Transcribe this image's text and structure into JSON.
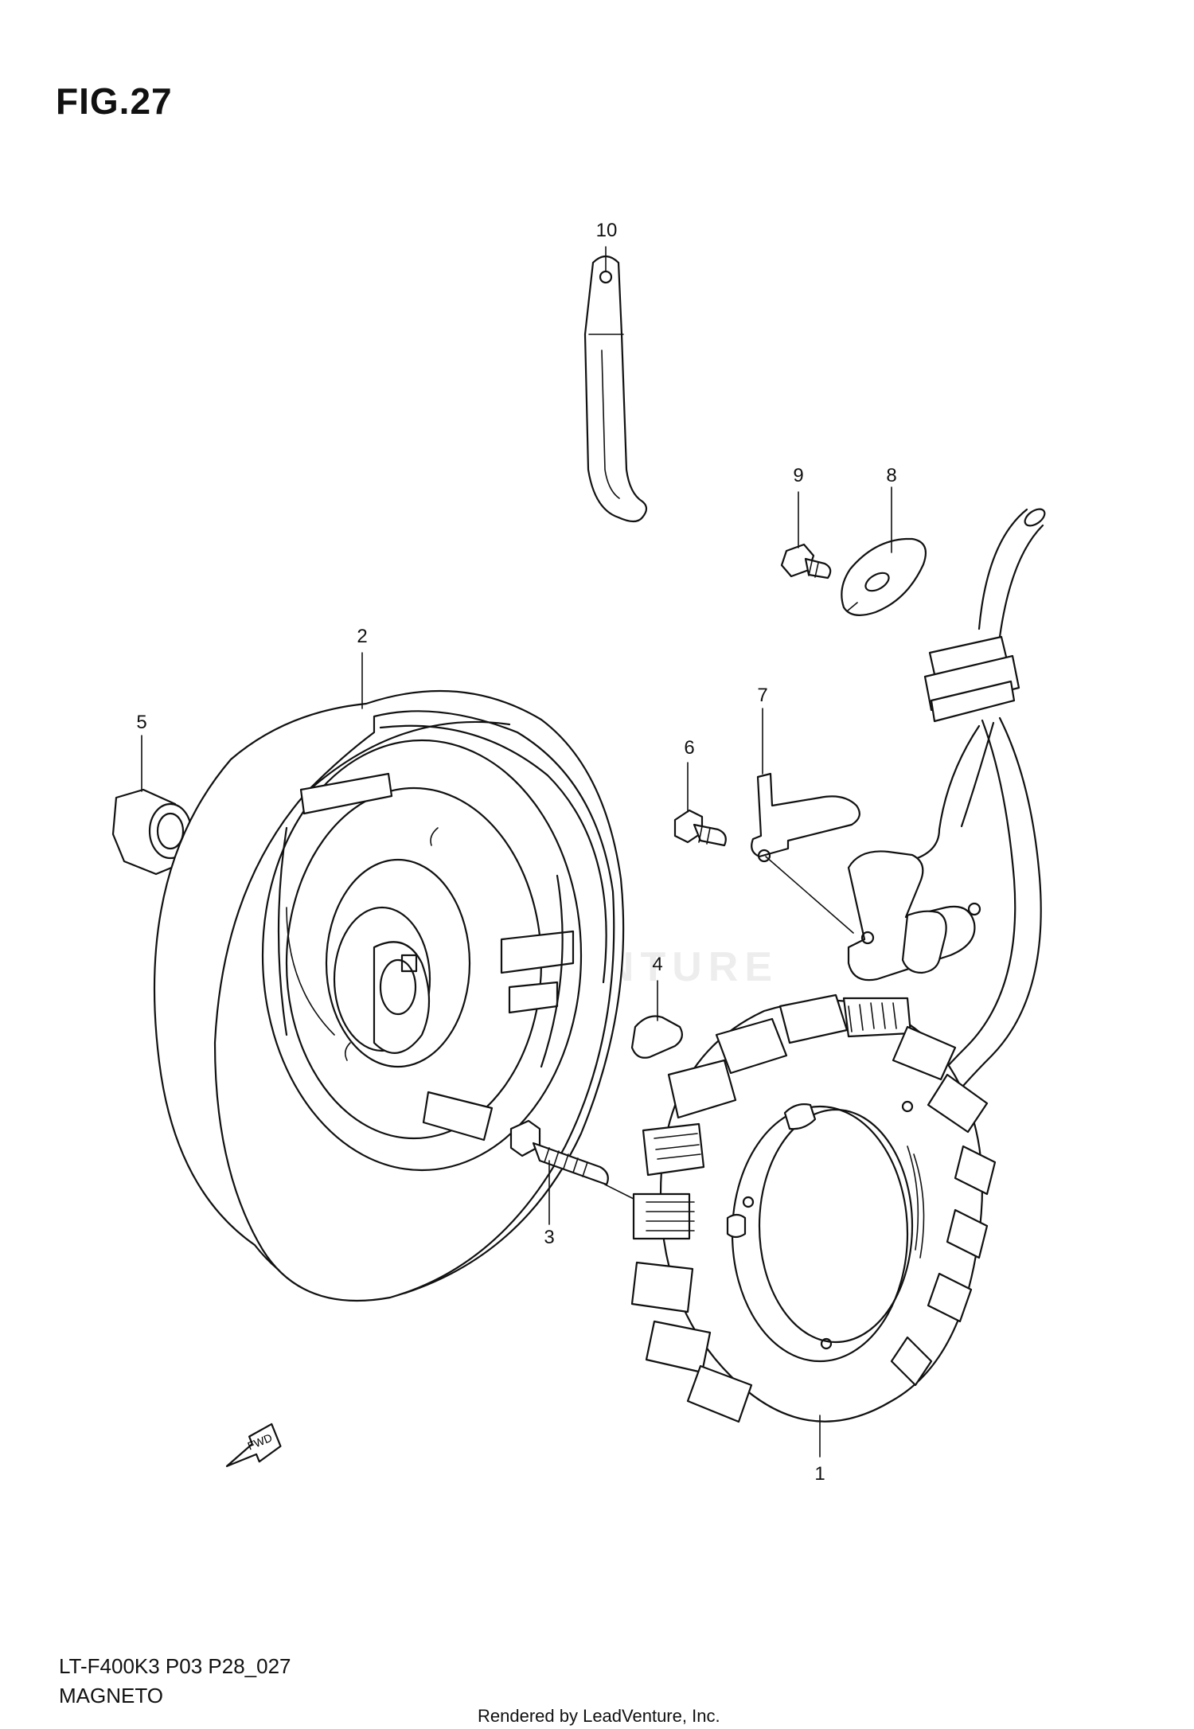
{
  "figure": {
    "title": "FIG.27",
    "model_code": "LT-F400K3 P03 P28_027",
    "section_name": "MAGNETO",
    "credit": "Rendered by LeadVenture, Inc.",
    "watermark": "LEADVENTURE",
    "fwd_label": "FWD"
  },
  "parts": [
    {
      "id": "1",
      "label": "1",
      "name": "stator"
    },
    {
      "id": "2",
      "label": "2",
      "name": "rotor"
    },
    {
      "id": "3",
      "label": "3",
      "name": "bolt"
    },
    {
      "id": "4",
      "label": "4",
      "name": "key"
    },
    {
      "id": "5",
      "label": "5",
      "name": "nut"
    },
    {
      "id": "6",
      "label": "6",
      "name": "screw"
    },
    {
      "id": "7",
      "label": "7",
      "name": "bracket"
    },
    {
      "id": "8",
      "label": "8",
      "name": "clamp"
    },
    {
      "id": "9",
      "label": "9",
      "name": "screw"
    },
    {
      "id": "10",
      "label": "10",
      "name": "clamp"
    }
  ]
}
